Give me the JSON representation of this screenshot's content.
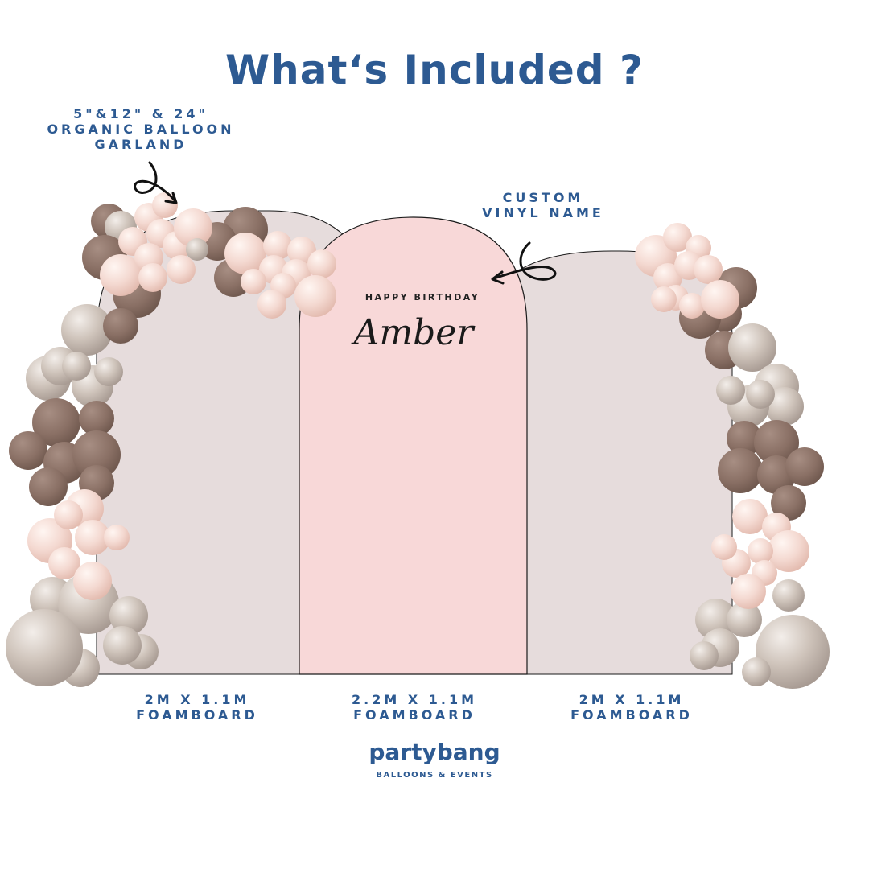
{
  "title": "What‘s Included ?",
  "annotations": {
    "garland": [
      "5\"&12\" & 24\"",
      "ORGANIC BALLOON",
      "GARLAND"
    ],
    "vinyl": [
      "CUSTOM",
      "VINYL NAME"
    ]
  },
  "boards": {
    "left": [
      "2M X 1.1M",
      "FOAMBOARD"
    ],
    "center": [
      "2.2M X 1.1M",
      "FOAMBOARD"
    ],
    "right": [
      "2M X 1.1M",
      "FOAMBOARD"
    ]
  },
  "vinyl_text": {
    "line1": "HAPPY BIRTHDAY",
    "name": "Amber"
  },
  "brand": {
    "name": "partybang",
    "tagline": "BALLOONS & EVENTS"
  },
  "colors": {
    "brand_blue": "#2d5a92",
    "side_board": "#e6dcdc",
    "center_board": "#f8d8d8",
    "balloon_pink": "#f3d6cf",
    "balloon_mocha": "#8e7468",
    "balloon_sand": "#c9bdb3"
  },
  "icons": [
    "curly-arrow-icon"
  ]
}
